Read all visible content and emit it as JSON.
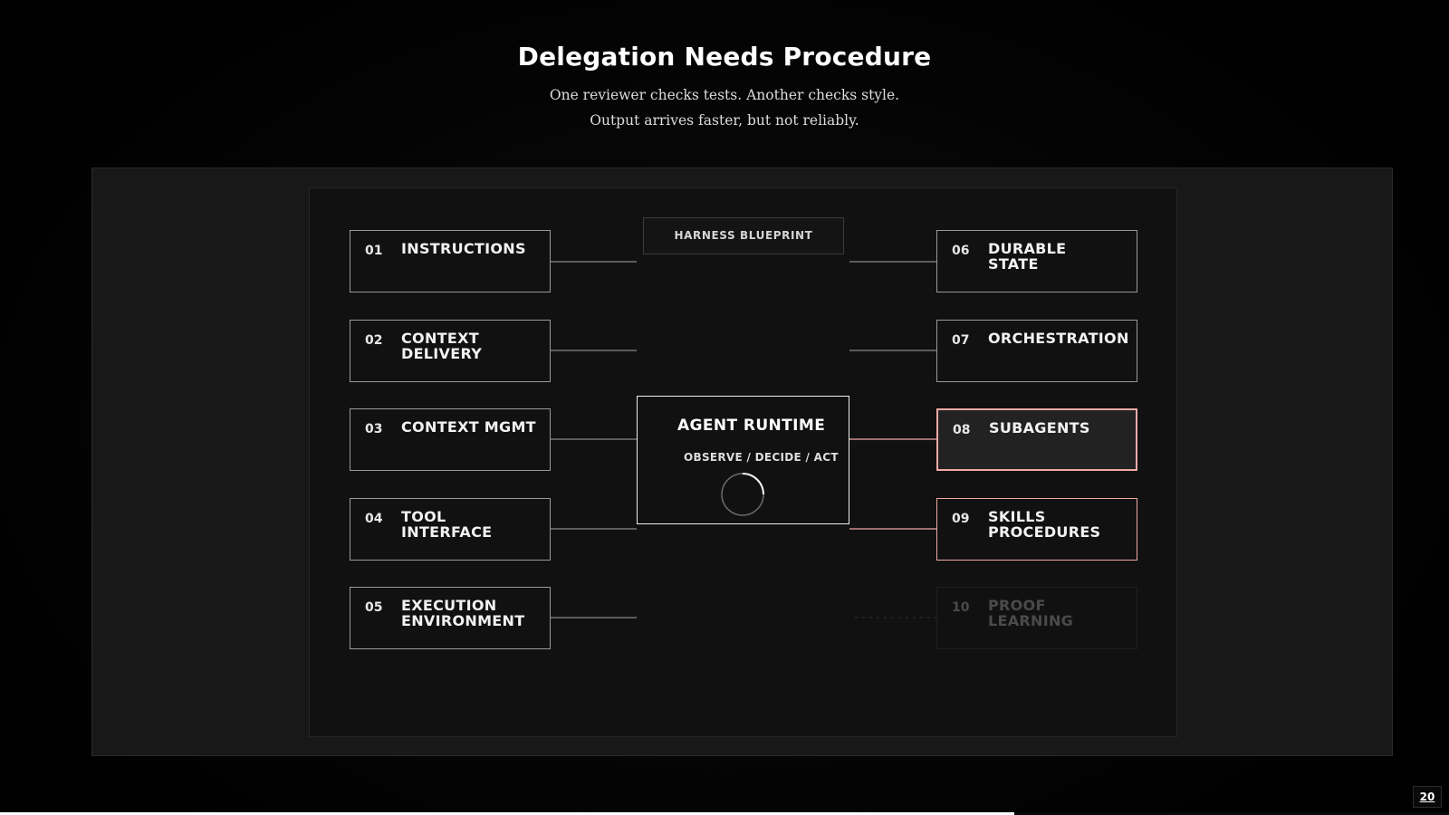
{
  "slide": {
    "title": "Delegation Needs Procedure",
    "subtitle_lines": [
      "One reviewer checks tests. Another checks style.",
      "Output arrives faster, but not reliably."
    ],
    "page_number": "20",
    "progress_fraction": 0.7
  },
  "diagram": {
    "blueprint_label": "HARNESS BLUEPRINT",
    "runtime": {
      "title": "AGENT RUNTIME",
      "subtitle": "OBSERVE / DECIDE / ACT"
    },
    "modules": [
      {
        "num": "01",
        "name": "INSTRUCTIONS",
        "state": "done"
      },
      {
        "num": "02",
        "name": "CONTEXT\nDELIVERY",
        "state": "done"
      },
      {
        "num": "03",
        "name": "CONTEXT MGMT",
        "state": "done"
      },
      {
        "num": "04",
        "name": "TOOL\nINTERFACE",
        "state": "done"
      },
      {
        "num": "05",
        "name": "EXECUTION\nENVIRONMENT",
        "state": "done"
      },
      {
        "num": "06",
        "name": "DURABLE\nSTATE",
        "state": "done"
      },
      {
        "num": "07",
        "name": "ORCHESTRATION",
        "state": "done"
      },
      {
        "num": "08",
        "name": "SUBAGENTS",
        "state": "active"
      },
      {
        "num": "09",
        "name": "SKILLS\nPROCEDURES",
        "state": "next"
      },
      {
        "num": "10",
        "name": "PROOF\nLEARNING",
        "state": "pending"
      }
    ],
    "colors": {
      "accent": "#f0aaa5",
      "wire": "#8a8a8a",
      "panel": "#181818",
      "canvas": "#111111"
    }
  }
}
